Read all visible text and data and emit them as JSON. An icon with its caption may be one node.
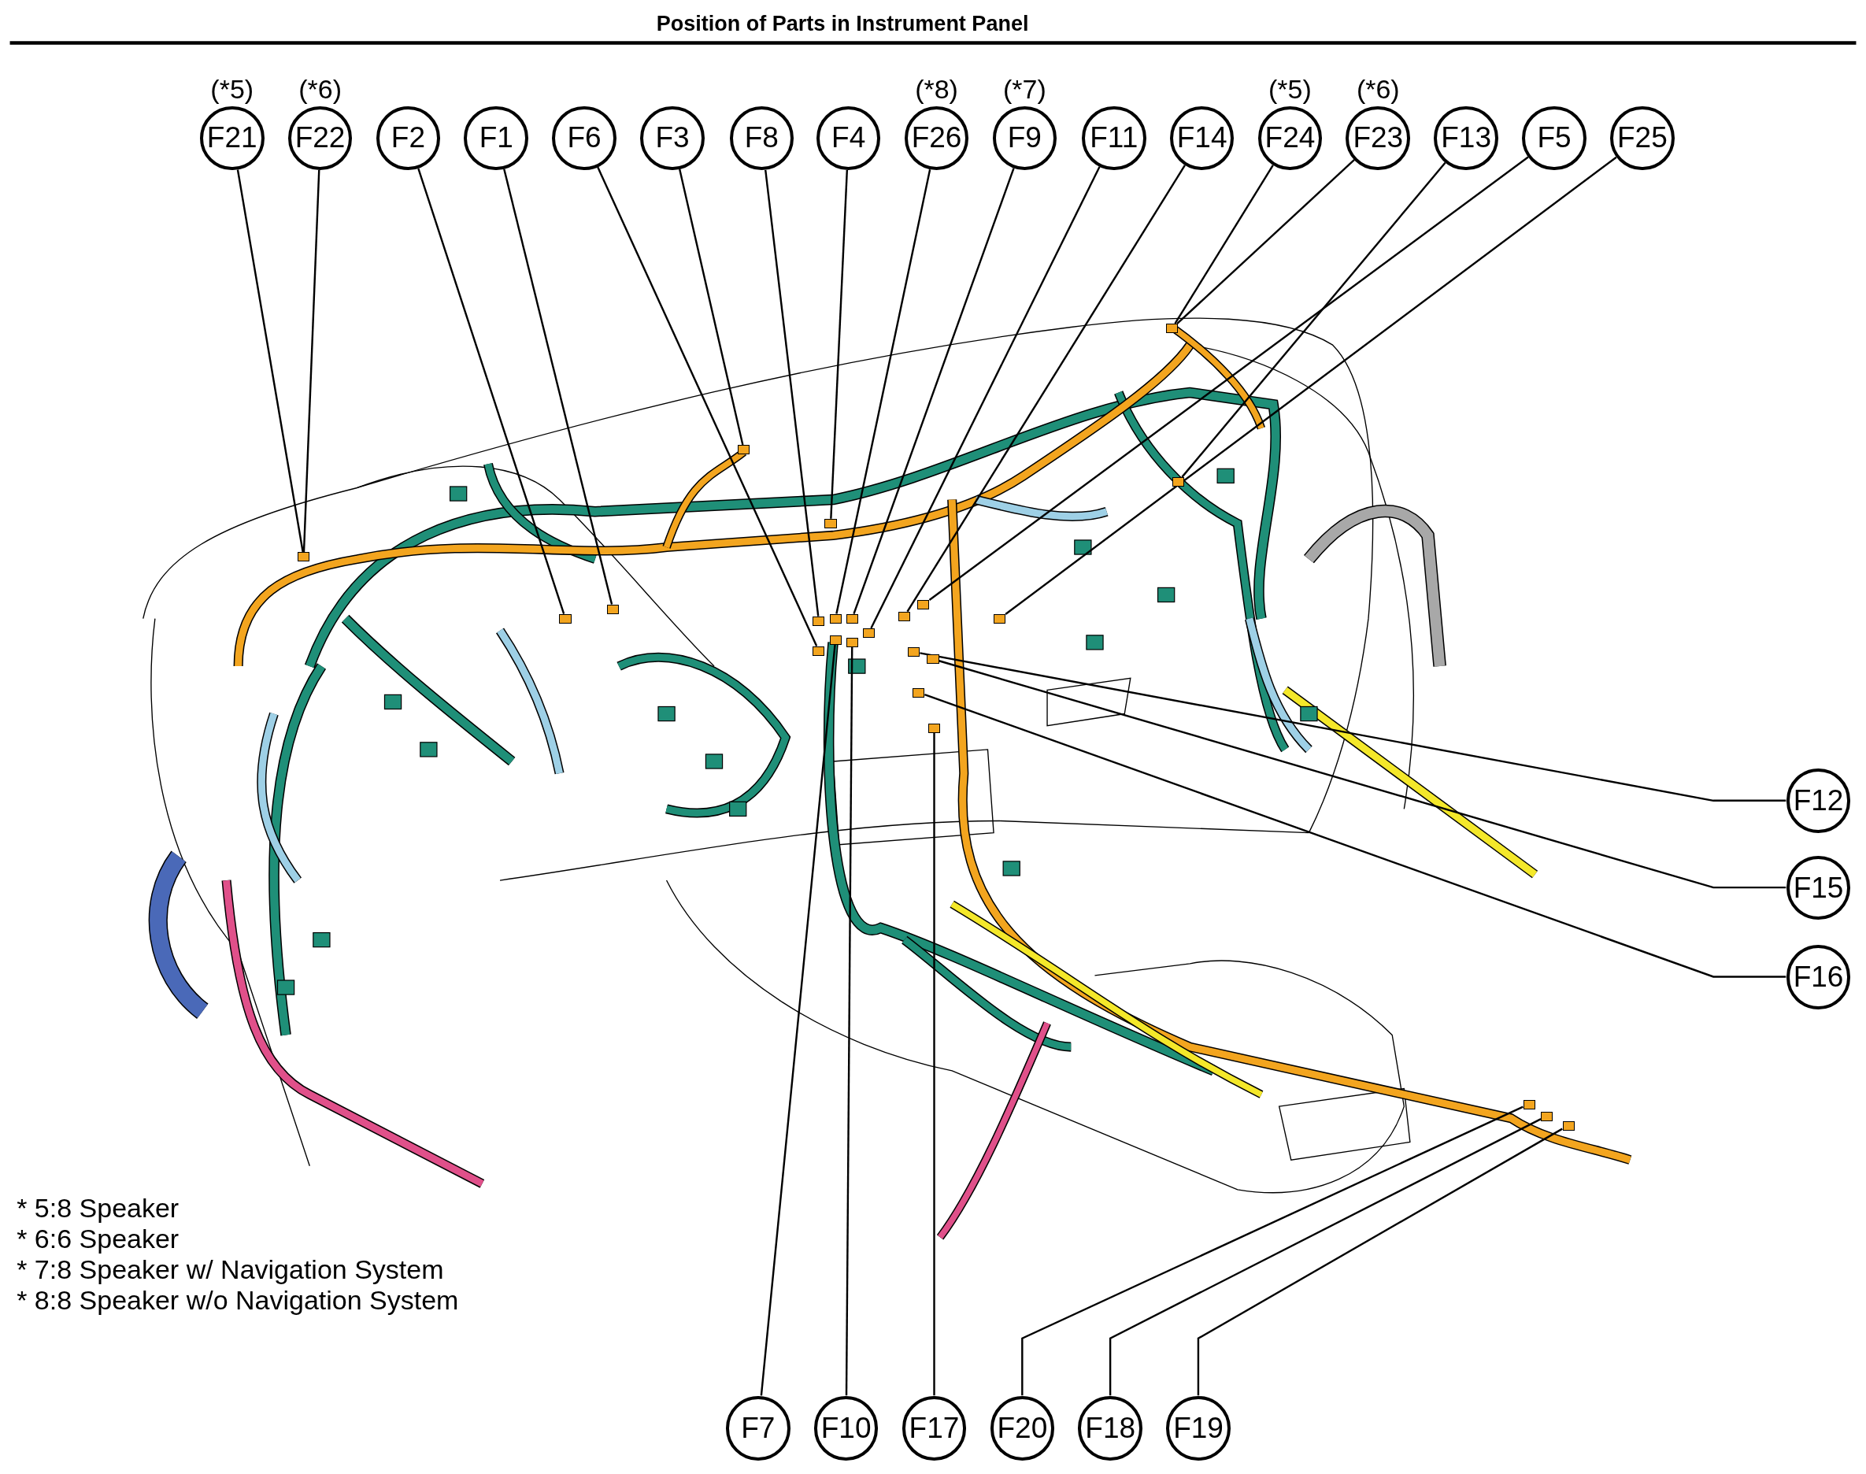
{
  "diagram": {
    "title": "Position of Parts in Instrument Panel",
    "nodes": [
      {
        "text": [
          "F21"
        ],
        "beside": [
          "(*5)"
        ]
      },
      {
        "text": [
          "F22"
        ],
        "beside": [
          "(*6)"
        ]
      },
      {
        "text": [
          "F2"
        ]
      },
      {
        "text": [
          "F1"
        ]
      },
      {
        "text": [
          "F6"
        ]
      },
      {
        "text": [
          "F3"
        ]
      },
      {
        "text": [
          "F8"
        ]
      },
      {
        "text": [
          "F4"
        ]
      },
      {
        "text": [
          "F26"
        ],
        "beside": [
          "(*8)"
        ]
      },
      {
        "text": [
          "F9"
        ],
        "beside": [
          "(*7)"
        ]
      },
      {
        "text": [
          "F11"
        ]
      },
      {
        "text": [
          "F14"
        ]
      },
      {
        "text": [
          "F24"
        ],
        "beside": [
          "(*5)"
        ]
      },
      {
        "text": [
          "F23"
        ],
        "beside": [
          "(*6)"
        ]
      },
      {
        "text": [
          "F13"
        ]
      },
      {
        "text": [
          "F5"
        ]
      },
      {
        "text": [
          "F25"
        ]
      },
      {
        "text": [
          "F12"
        ]
      },
      {
        "text": [
          "F15"
        ]
      },
      {
        "text": [
          "F16"
        ]
      },
      {
        "text": [
          "F7"
        ]
      },
      {
        "text": [
          "F10"
        ]
      },
      {
        "text": [
          "F17"
        ]
      },
      {
        "text": [
          "F20"
        ]
      },
      {
        "text": [
          "F18"
        ]
      },
      {
        "text": [
          "F19"
        ]
      },
      {
        "text": [],
        "shape": "box"
      },
      {
        "text": [],
        "shape": "box"
      },
      {
        "text": [],
        "shape": "box"
      },
      {
        "text": [],
        "shape": "box"
      },
      {
        "text": [],
        "shape": "box"
      },
      {
        "text": [],
        "shape": "box"
      },
      {
        "text": [],
        "shape": "box"
      },
      {
        "text": [],
        "shape": "box"
      },
      {
        "text": [],
        "shape": "box"
      },
      {
        "text": [],
        "shape": "box"
      },
      {
        "text": [],
        "shape": "box"
      },
      {
        "text": [],
        "shape": "box"
      },
      {
        "text": [],
        "shape": "box"
      },
      {
        "text": [],
        "shape": "box"
      },
      {
        "text": [],
        "shape": "box"
      },
      {
        "text": [],
        "shape": "box"
      },
      {
        "text": [],
        "shape": "box"
      },
      {
        "text": [],
        "shape": "box"
      },
      {
        "text": [],
        "shape": "box"
      },
      {
        "text": [],
        "shape": "box"
      },
      {
        "text": [],
        "shape": "box"
      },
      {
        "text": [],
        "shape": "box"
      },
      {
        "text": [],
        "shape": "box"
      },
      {
        "text": [],
        "shape": "box"
      }
    ],
    "edges": [
      {
        "from": 0,
        "to": 26,
        "arrow": "none"
      },
      {
        "from": 1,
        "to": 26,
        "arrow": "none"
      },
      {
        "from": 2,
        "to": 27,
        "arrow": "none"
      },
      {
        "from": 3,
        "to": 28,
        "arrow": "none"
      },
      {
        "from": 4,
        "to": 29,
        "arrow": "none"
      },
      {
        "from": 5,
        "to": 30,
        "arrow": "none"
      },
      {
        "from": 6,
        "to": 31,
        "arrow": "none"
      },
      {
        "from": 7,
        "to": 32,
        "arrow": "none"
      },
      {
        "from": 8,
        "to": 33,
        "arrow": "none"
      },
      {
        "from": 9,
        "to": 34,
        "arrow": "none"
      },
      {
        "from": 10,
        "to": 35,
        "arrow": "none"
      },
      {
        "from": 11,
        "to": 36,
        "arrow": "none"
      },
      {
        "from": 12,
        "to": 37,
        "arrow": "none"
      },
      {
        "from": 13,
        "to": 37,
        "arrow": "none"
      },
      {
        "from": 14,
        "to": 38,
        "arrow": "none"
      },
      {
        "from": 15,
        "to": 39,
        "arrow": "none"
      },
      {
        "from": 16,
        "to": 40,
        "arrow": "none"
      },
      {
        "from": 17,
        "to": 41,
        "arrow": "none"
      },
      {
        "from": 18,
        "to": 42,
        "arrow": "none"
      },
      {
        "from": 19,
        "to": 43,
        "arrow": "none"
      },
      {
        "from": 20,
        "to": 44,
        "arrow": "none"
      },
      {
        "from": 21,
        "to": 45,
        "arrow": "none"
      },
      {
        "from": 22,
        "to": 46,
        "arrow": "none"
      },
      {
        "from": 23,
        "to": 47,
        "arrow": "none"
      },
      {
        "from": 24,
        "to": 48,
        "arrow": "none"
      },
      {
        "from": 25,
        "to": 49,
        "arrow": "none"
      }
    ],
    "labels": [
      "* 5:8 Speaker",
      "* 6:6 Speaker",
      "* 7:8 Speaker w/ Navigation System",
      "* 8:8 Speaker w/o Navigation System"
    ]
  }
}
